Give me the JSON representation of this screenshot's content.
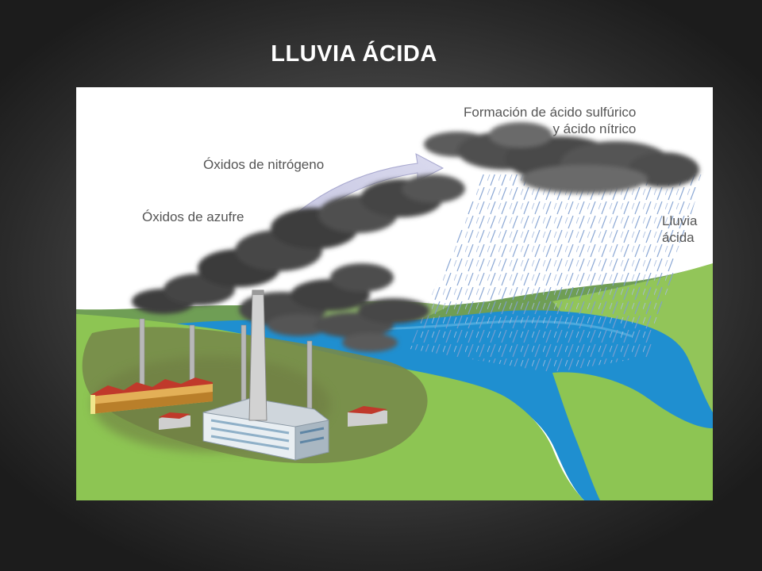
{
  "title": "LLUVIA ÁCIDA",
  "diagram": {
    "labels": {
      "nitrogen_oxides": "Óxidos de nitrógeno",
      "sulfur_oxides": "Óxidos de azufre",
      "formation_line1": "Formación de ácido sulfúrico",
      "formation_line2": "y ácido nítrico",
      "acid_rain_line1": "Lluvia",
      "acid_rain_line2": "ácida"
    }
  }
}
